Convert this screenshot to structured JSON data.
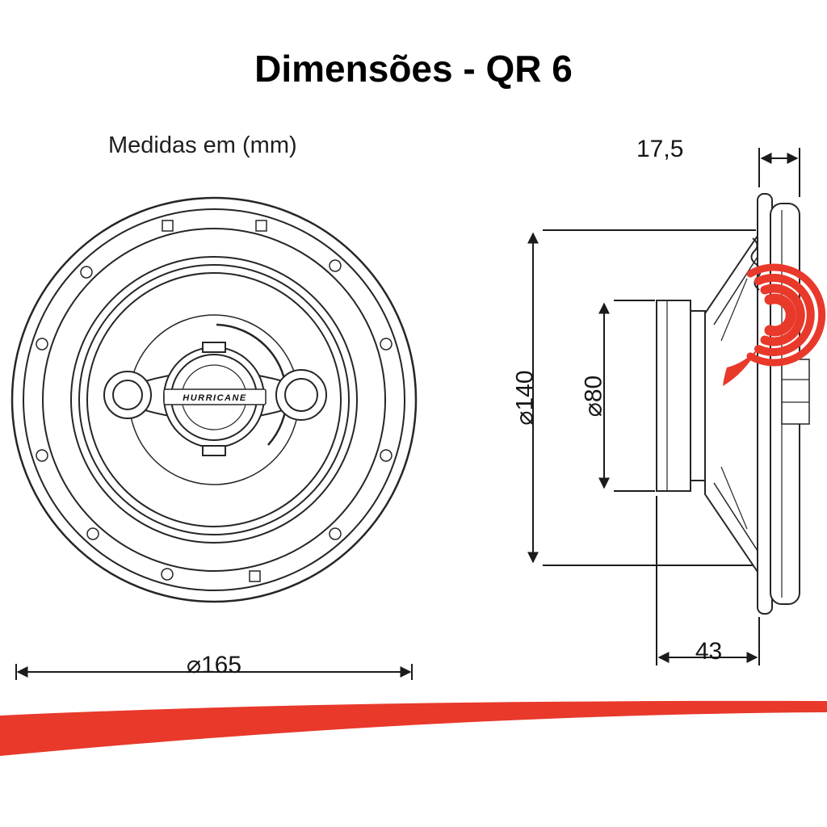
{
  "title": "Dimensões - QR 6",
  "subtitle": "Medidas em (mm)",
  "dimensions": {
    "front_outer_diameter": "⌀165",
    "flange_depth": "17,5",
    "body_diameter": "⌀140",
    "magnet_diameter": "⌀80",
    "mounting_depth": "43"
  },
  "branding": {
    "speaker_label": "HURRICANE",
    "logo": "hurricane-swirl-logo"
  },
  "colors": {
    "accent_red": "#e8392b",
    "line": "#1b1b1b"
  }
}
